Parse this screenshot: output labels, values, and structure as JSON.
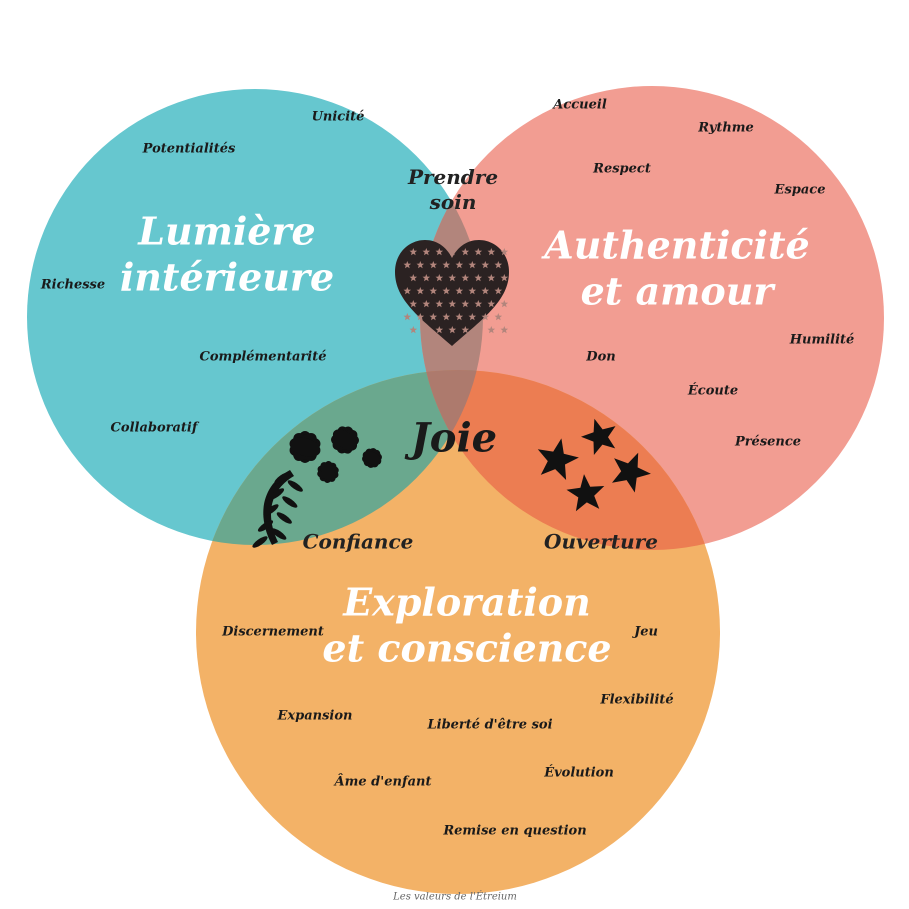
{
  "colors": {
    "blue": "#66c7cf",
    "pink": "#f29d92",
    "orange": "#f3b267",
    "blue_pink": "#b2857c",
    "blue_orange": "#6aa88e",
    "pink_orange": "#ec7d52",
    "center": "#ad7a6d"
  },
  "circles": {
    "blue": {
      "title_line1": "Lumière",
      "title_line2": "intérieure"
    },
    "pink": {
      "title_line1": "Authenticité",
      "title_line2": "et amour"
    },
    "orange": {
      "title_line1": "Exploration",
      "title_line2": "et conscience"
    }
  },
  "overlaps": {
    "blue_pink": {
      "line1": "Prendre",
      "line2": "soin",
      "icon": "heart-of-stars-icon"
    },
    "blue_orange": {
      "label": "Confiance",
      "icon": "hibiscus-flowers-icon"
    },
    "pink_orange": {
      "label": "Ouverture",
      "icon": "stars-icon"
    },
    "center": {
      "label": "Joie"
    }
  },
  "words": {
    "blue": [
      "Unicité",
      "Potentialités",
      "Richesse",
      "Complémentarité",
      "Collaboratif"
    ],
    "pink": [
      "Accueil",
      "Rythme",
      "Respect",
      "Espace",
      "Humilité",
      "Don",
      "Écoute",
      "Présence"
    ],
    "orange": [
      "Discernement",
      "Jeu",
      "Flexibilité",
      "Expansion",
      "Liberté d'être soi",
      "Âme d'enfant",
      "Évolution",
      "Remise en question"
    ]
  },
  "footer": {
    "caption": "Les valeurs de l'Étreium"
  }
}
